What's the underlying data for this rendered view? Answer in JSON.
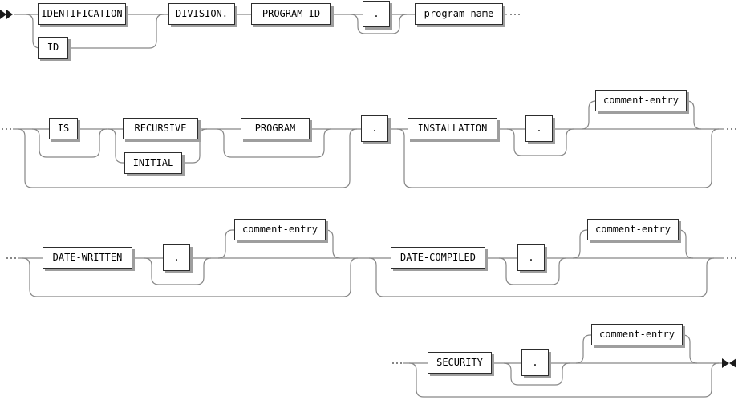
{
  "diagram": {
    "kind": "railroad-syntax-diagram",
    "labels": {
      "identification": "IDENTIFICATION",
      "id": "ID",
      "division": "DIVISION.",
      "program_id": "PROGRAM-ID",
      "period1": ".",
      "program_name": "program-name",
      "is": "IS",
      "recursive": "RECURSIVE",
      "initial": "INITIAL",
      "program": "PROGRAM",
      "period2": ".",
      "installation": "INSTALLATION",
      "period3": ".",
      "comment_entry1": "comment-entry",
      "date_written": "DATE-WRITTEN",
      "period4": ".",
      "comment_entry2": "comment-entry",
      "date_compiled": "DATE-COMPILED",
      "period5": ".",
      "comment_entry3": "comment-entry",
      "security": "SECURITY",
      "period6": ".",
      "comment_entry4": "comment-entry"
    },
    "markers": {
      "start": "▶▶",
      "end": "▶◀",
      "continuation": "···"
    },
    "colors": {
      "bg": "#ffffff",
      "line": "#868686",
      "border": "#2d2d2d",
      "shadow": "#9e9e9e",
      "text": "#000000",
      "marker": "#1b1b1b"
    }
  }
}
